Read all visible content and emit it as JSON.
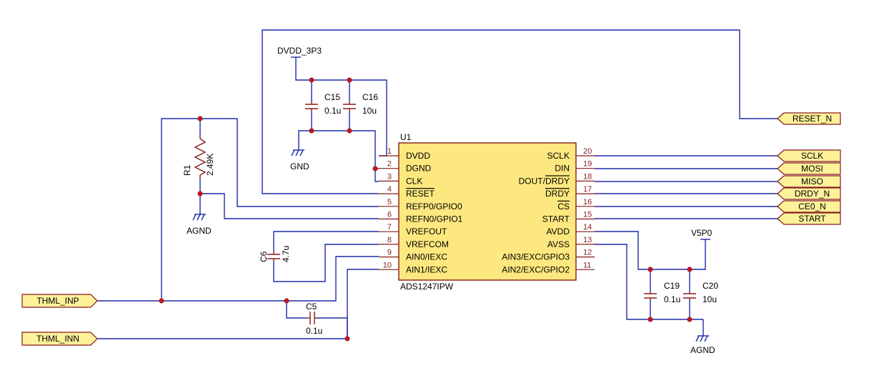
{
  "ic": {
    "refdes": "U1",
    "part": "ADS1247IPW",
    "left_pins": [
      {
        "num": "1",
        "name": "DVDD",
        "overbar": false
      },
      {
        "num": "2",
        "name": "DGND",
        "overbar": false
      },
      {
        "num": "3",
        "name": "CLK",
        "overbar": false
      },
      {
        "num": "4",
        "name": "RESET",
        "overbar": true
      },
      {
        "num": "5",
        "name": "REFP0/GPIO0",
        "overbar": false
      },
      {
        "num": "6",
        "name": "REFN0/GPIO1",
        "overbar": false
      },
      {
        "num": "7",
        "name": "VREFOUT",
        "overbar": false
      },
      {
        "num": "8",
        "name": "VREFCOM",
        "overbar": false
      },
      {
        "num": "9",
        "name": "AIN0/IEXC",
        "overbar": false
      },
      {
        "num": "10",
        "name": "AIN1/IEXC",
        "overbar": false
      }
    ],
    "right_pins": [
      {
        "num": "20",
        "name": "SCLK"
      },
      {
        "num": "19",
        "name": "DIN"
      },
      {
        "num": "18",
        "name": "DOUT/DRDY"
      },
      {
        "num": "17",
        "name": "DRDY"
      },
      {
        "num": "16",
        "name": "CS"
      },
      {
        "num": "15",
        "name": "START"
      },
      {
        "num": "14",
        "name": "AVDD"
      },
      {
        "num": "13",
        "name": "AVSS"
      },
      {
        "num": "12",
        "name": "AIN3/EXC/GPIO3"
      },
      {
        "num": "11",
        "name": "AIN2/EXC/GPIO2"
      }
    ]
  },
  "ports_right": [
    "RESET_N",
    "SCLK",
    "MOSI",
    "MISO",
    "DRDY_N",
    "CE0_N",
    "START"
  ],
  "ports_left": [
    "THML_INP",
    "THML_INN"
  ],
  "power": {
    "dvdd": "DVDD_3P3",
    "v5": "V5P0",
    "gnd": "GND",
    "agnd_r1": "AGND",
    "agnd_right": "AGND"
  },
  "components": {
    "c15": {
      "ref": "C15",
      "value": "0.1u"
    },
    "c16": {
      "ref": "C16",
      "value": "10u"
    },
    "c6": {
      "ref": "C6",
      "value": "4.7u"
    },
    "c5": {
      "ref": "C5",
      "value": "0.1u"
    },
    "c19": {
      "ref": "C19",
      "value": "0.1u"
    },
    "c20": {
      "ref": "C20",
      "value": "10u"
    },
    "r1": {
      "ref": "R1",
      "value": "2.49K"
    }
  },
  "colors": {
    "wire": "#1f2aa8",
    "body": "#fde87f",
    "outline": "#8a1a1a",
    "junction": "#c8141e"
  }
}
